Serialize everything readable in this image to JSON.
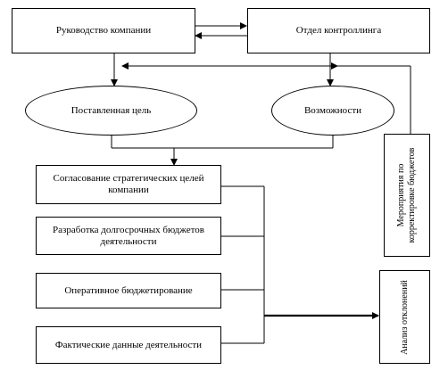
{
  "nodes": {
    "management": "Руководство компании",
    "controlling": "Отдел контроллинга",
    "goal": "Поставленная цель",
    "opportunities": "Возможности",
    "strategic_goals": "Согласование стратегических целей компании",
    "long_term_budgets": "Разработка долгосрочных бюджетов деятельности",
    "operational_budgeting": "Оперативное бюджетирование",
    "actual_data": "Фактические данные деятельности",
    "budget_adjustment": "Мероприятия по корректировке бюджетов",
    "deviation_analysis": "Анализ отклонений"
  }
}
